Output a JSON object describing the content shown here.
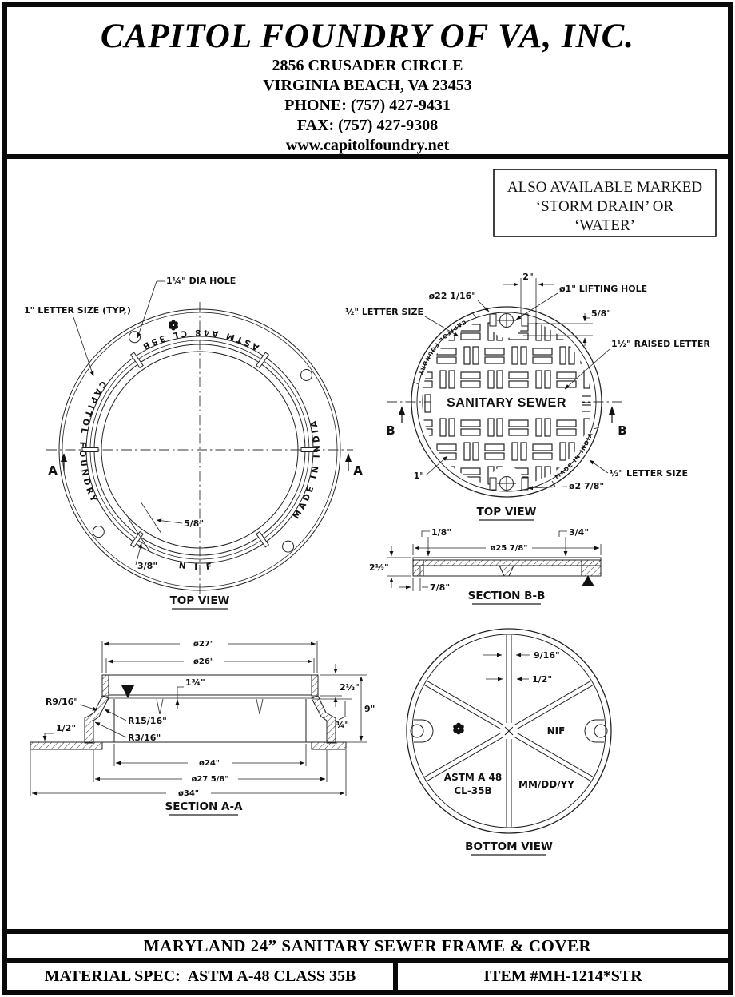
{
  "header": {
    "company": "CAPITOL FOUNDRY OF VA, INC.",
    "address_line1": "2856 CRUSADER CIRCLE",
    "address_line2": "VIRGINIA BEACH, VA 23453",
    "phone": "PHONE: (757) 427-9431",
    "fax": "FAX: (757) 427-9308",
    "website": "www.capitolfoundry.net"
  },
  "notice": {
    "line1": "ALSO AVAILABLE MARKED",
    "line2": "‘STORM DRAIN’ OR",
    "line3": "‘WATER’"
  },
  "frame_top_view": {
    "rim_text_top": "ASTM A48 CL 35B",
    "rim_text_left": "CAPITOL FOUNDRY",
    "rim_text_right": "MADE IN INDIA",
    "rim_text_bottom": "NIF",
    "label_hole": "1¼\" DIA HOLE",
    "label_letter": "1\" LETTER SIZE (TYP,)",
    "dim_seat_outer": "5/8\"",
    "dim_seat_inner": "3/8\"",
    "section_marker": "A",
    "caption": "TOP VIEW"
  },
  "cover_top_view": {
    "center_text": "SANITARY SEWER",
    "rim_text_upper": "CAPITOL FOUNDRY",
    "rim_text_lower": "MADE IN INDIA",
    "dim_diameter": "ø22 1/16\"",
    "dim_slot": "2\"",
    "label_lifting_hole": "ø1\" LIFTING HOLE",
    "dim_edge": "5/8\"",
    "label_letter_left": "½\" LETTER SIZE",
    "label_raised": "1½\" RAISED LETTER",
    "dim_slot_width": "1\"",
    "dim_hole": "ø2 7/8\"",
    "label_letter_right": "½\" LETTER SIZE",
    "section_marker": "B",
    "caption": "TOP VIEW"
  },
  "section_bb": {
    "dim_top": "1/8\"",
    "dim_rib": "3/4\"",
    "dim_diameter": "ø25 7/8\"",
    "dim_height": "2½\"",
    "dim_edge": "7/8\"",
    "caption": "SECTION B-B"
  },
  "section_aa": {
    "dim_d27": "ø27\"",
    "dim_d26": "ø26\"",
    "dim_seat": "1¾\"",
    "dim_rim_height": "2½\"",
    "dim_height": "9\"",
    "dim_ledge": "¾\"",
    "radius_1": "R9/16\"",
    "radius_2": "R15/16\"",
    "radius_3": "R3/16\"",
    "dim_lip": "1/2\"",
    "dim_d24": "ø24\"",
    "dim_d27_58": "ø27 5/8\"",
    "dim_d34": "ø34\"",
    "caption": "SECTION A-A"
  },
  "bottom_view": {
    "dim_rib_outer": "9/16\"",
    "dim_rib_inner": "1/2\"",
    "text_nif": "NIF",
    "text_astm_1": "ASTM A 48",
    "text_astm_2": "CL-35B",
    "text_date": "MM/DD/YY",
    "caption": "BOTTOM VIEW"
  },
  "footer": {
    "title": "MARYLAND 24” SANITARY SEWER FRAME & COVER",
    "material_spec": "MATERIAL SPEC:  ASTM A-48 CLASS 35B",
    "item_number": "ITEM #MH-1214*STR"
  }
}
